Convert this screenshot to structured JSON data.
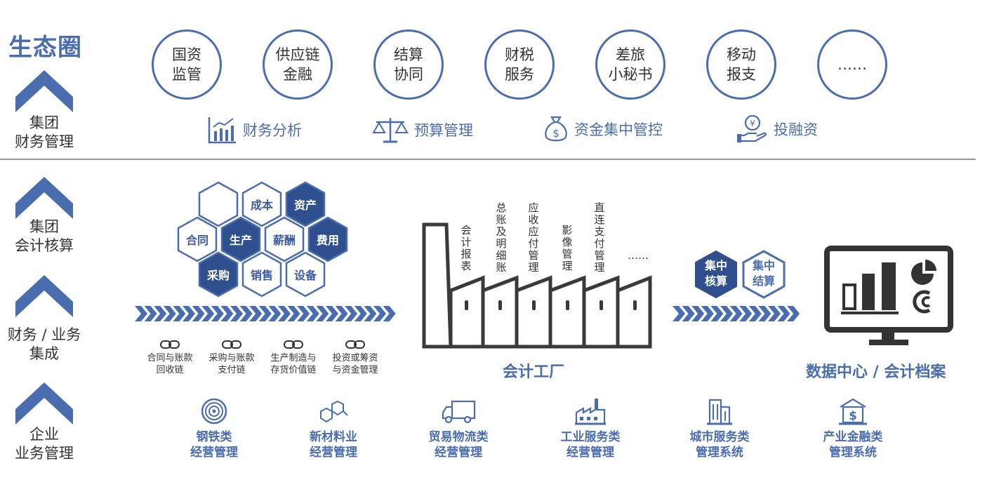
{
  "title": "生态圈",
  "levels": [
    "集团\n财务管理",
    "集团\n会计核算",
    "财务 / 业务\n集成",
    "企业\n业务管理"
  ],
  "ecosystem": [
    {
      "l1": "国资",
      "l2": "监管"
    },
    {
      "l1": "供应链",
      "l2": "金融"
    },
    {
      "l1": "结算",
      "l2": "协同"
    },
    {
      "l1": "财税",
      "l2": "服务"
    },
    {
      "l1": "差旅",
      "l2": "小秘书"
    },
    {
      "l1": "移动",
      "l2": "报支"
    },
    {
      "l1": "……",
      "l2": ""
    }
  ],
  "finance_functions": [
    {
      "label": "财务分析",
      "icon": "bar-chart-icon"
    },
    {
      "label": "预算管理",
      "icon": "balance-scale-icon"
    },
    {
      "label": "资金集中管控",
      "icon": "money-bag-icon"
    },
    {
      "label": "投融资",
      "icon": "hand-coin-icon"
    }
  ],
  "hexagons": [
    "",
    "成本",
    "资产",
    "合同",
    "生产",
    "薪酬",
    "费用",
    "采购",
    "销售",
    "设备"
  ],
  "chains": [
    {
      "l1": "合同与账款",
      "l2": "回收链"
    },
    {
      "l1": "采购与账款",
      "l2": "支付链"
    },
    {
      "l1": "生产制造与",
      "l2": "存货价值链"
    },
    {
      "l1": "投资或筹资",
      "l2": "与资金管理"
    }
  ],
  "factory_items": [
    "会计报表",
    "总账及明细账",
    "应收应付管理",
    "影像管理",
    "直连支付管理",
    "……"
  ],
  "factory_label": "会计工厂",
  "central": [
    "集中\n核算",
    "集中\n结算"
  ],
  "datacenter_label": "数据中心 / 会计档案",
  "businesses": [
    {
      "l1": "钢铁类",
      "l2": "经营管理",
      "icon": "steel-coil-icon"
    },
    {
      "l1": "新材料业",
      "l2": "经营管理",
      "icon": "molecule-icon"
    },
    {
      "l1": "贸易物流类",
      "l2": "经营管理",
      "icon": "truck-icon"
    },
    {
      "l1": "工业服务类",
      "l2": "经营管理",
      "icon": "factory-icon"
    },
    {
      "l1": "城市服务类",
      "l2": "管理系统",
      "icon": "city-building-icon"
    },
    {
      "l1": "产业金融类",
      "l2": "管理系统",
      "icon": "bank-icon"
    }
  ],
  "colors": {
    "accent": "#4a6db0",
    "dark_hex": "#2f4f8f",
    "factory": "#3a3a3a"
  }
}
